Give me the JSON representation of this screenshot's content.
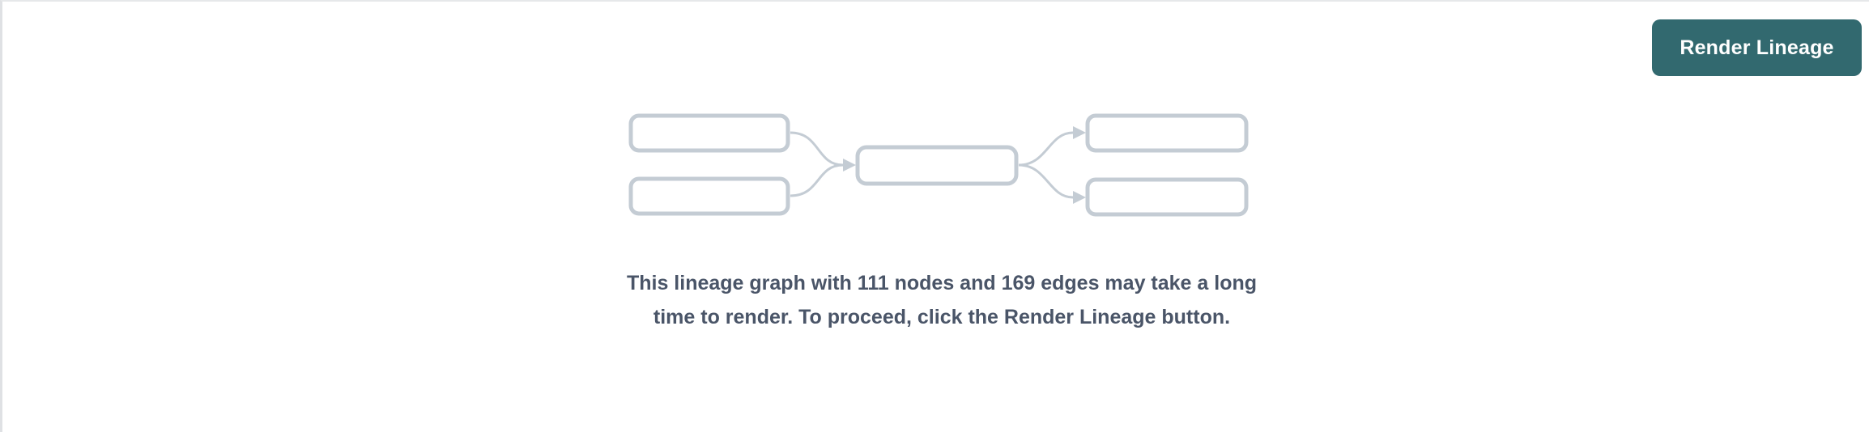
{
  "toolbar": {
    "render_button_label": "Render Lineage"
  },
  "message": {
    "text": "This lineage graph with 111 nodes and 169 edges may take a long time to render. To proceed, click the Render Lineage button.",
    "node_count": 111,
    "edge_count": 169
  },
  "graph_placeholder": {
    "nodes": [
      {
        "id": "left-top",
        "label": ""
      },
      {
        "id": "left-bottom",
        "label": ""
      },
      {
        "id": "center",
        "label": ""
      },
      {
        "id": "right-top",
        "label": ""
      },
      {
        "id": "right-bottom",
        "label": ""
      }
    ],
    "edges": [
      {
        "from": "left-top",
        "to": "center"
      },
      {
        "from": "left-bottom",
        "to": "center"
      },
      {
        "from": "center",
        "to": "right-top"
      },
      {
        "from": "center",
        "to": "right-bottom"
      }
    ]
  },
  "colors": {
    "accent": "#32696f",
    "node_stroke": "#c4ccd4",
    "text": "#4a5568",
    "background": "#ffffff",
    "border": "#e6e8ea"
  }
}
